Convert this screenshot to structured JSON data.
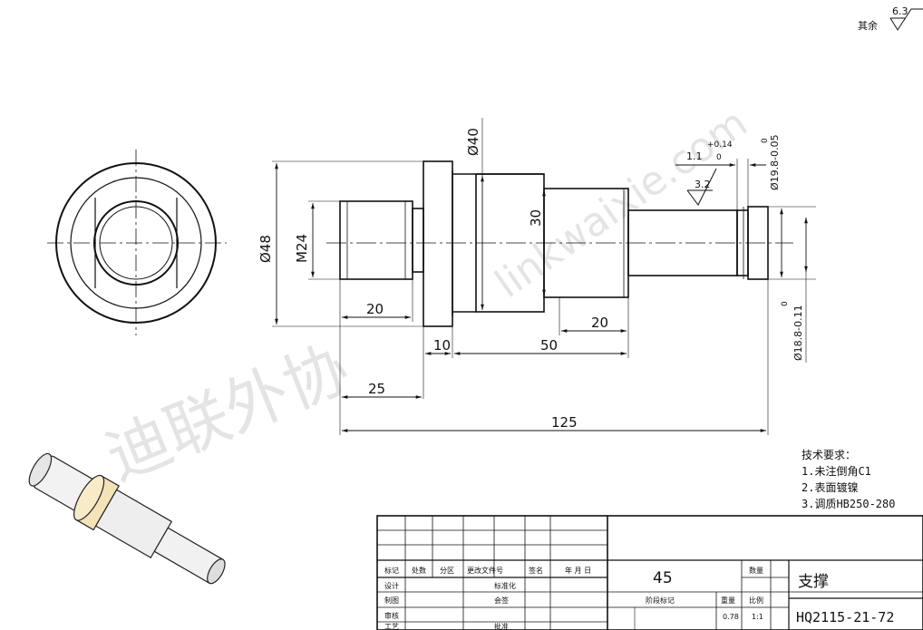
{
  "roughness": {
    "value": "6.3",
    "prefix": "其余"
  },
  "watermark": {
    "chinese": "迪联外协",
    "url": "linkwaixie.com"
  },
  "dimensions": {
    "d40": "Ø40",
    "d48": "Ø48",
    "m24": "M24",
    "d30": "30",
    "len20a": "20",
    "len20b": "20",
    "len10": "10",
    "len50": "50",
    "len25": "25",
    "len125": "125",
    "groove": "1.1",
    "groove_tol_up": "+0.14",
    "groove_tol_low": "0",
    "d198": "Ø19.8-0.05",
    "d198_upper": "0",
    "d188": "Ø18.8-0.11",
    "d188_upper": "0",
    "rough32": "3.2"
  },
  "tech": {
    "title": "技术要求：",
    "items": [
      "1.未注倒角C1",
      "2.表面镀镍",
      "3.调质HB250-280"
    ]
  },
  "titleblock": {
    "row_labels": [
      "标记",
      "处数",
      "分区",
      "更改文件号",
      "签名",
      "年 月 日"
    ],
    "left_labels": [
      "设计",
      "制图",
      "审核",
      "工艺"
    ],
    "standard": "标准化",
    "approve": "会签",
    "approve2": "批准",
    "stage": "阶段标记",
    "weight": "重量",
    "scale": "比例",
    "weight_val": "0.78",
    "scale_val": "1:1",
    "material": "45",
    "qty_label": "数量",
    "part_name": "支撑",
    "drawing_no": "HQ2115-21-72"
  }
}
